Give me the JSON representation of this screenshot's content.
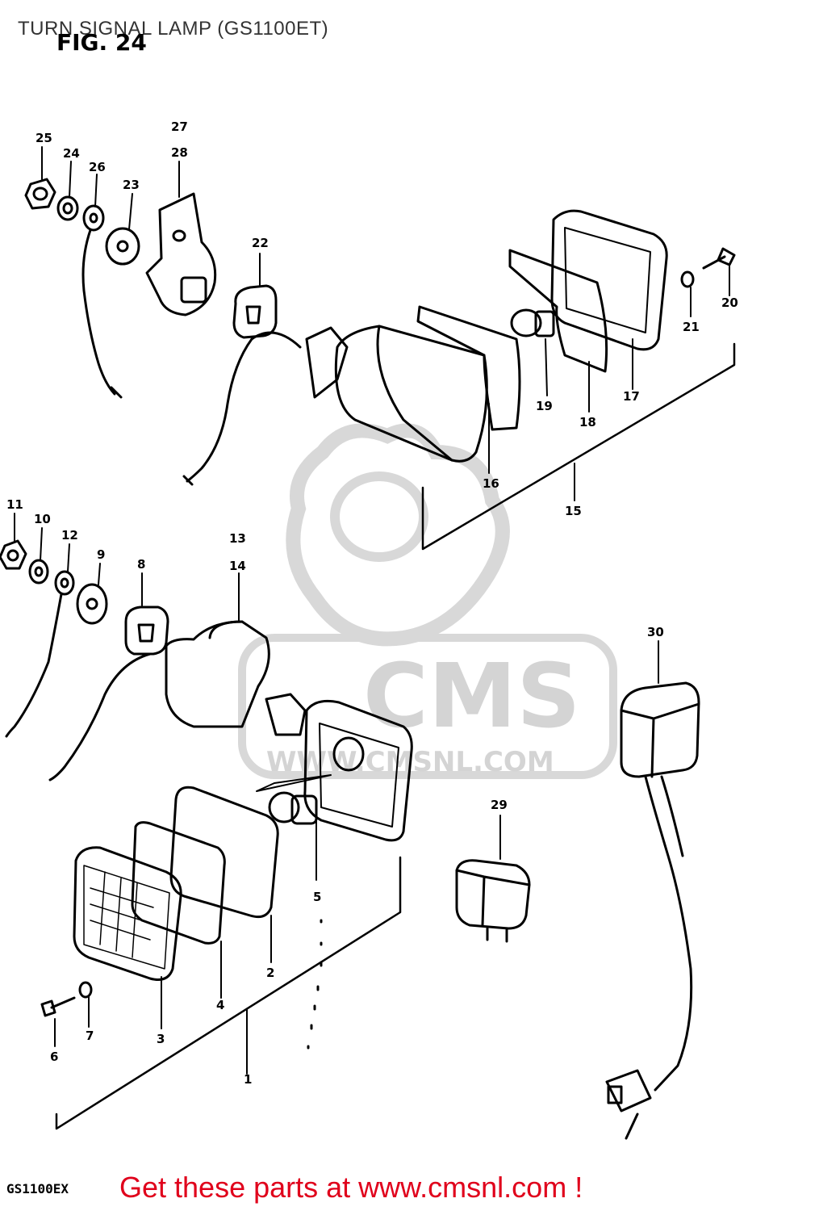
{
  "page": {
    "title": "TURN SIGNAL LAMP (GS1100ET)",
    "fig_label": "FIG. 24",
    "model_label": "GS1100EX",
    "promo_text": "Get these parts at www.cmsnl.com !"
  },
  "watermark": {
    "brand": "CMS",
    "url": "WWW.CMSNL.COM"
  },
  "colors": {
    "line": "#000000",
    "promo": "#e0001b",
    "watermark": "#cfcfcf"
  },
  "callouts": [
    {
      "id": "c1",
      "text": "1"
    },
    {
      "id": "c2",
      "text": "2"
    },
    {
      "id": "c3",
      "text": "3"
    },
    {
      "id": "c4",
      "text": "4"
    },
    {
      "id": "c5",
      "text": "5"
    },
    {
      "id": "c6",
      "text": "6"
    },
    {
      "id": "c7",
      "text": "7"
    },
    {
      "id": "c8",
      "text": "8"
    },
    {
      "id": "c9",
      "text": "9"
    },
    {
      "id": "c10",
      "text": "10"
    },
    {
      "id": "c11",
      "text": "11"
    },
    {
      "id": "c12",
      "text": "12"
    },
    {
      "id": "c13",
      "text": "13"
    },
    {
      "id": "c14",
      "text": "14"
    },
    {
      "id": "c15",
      "text": "15"
    },
    {
      "id": "c16",
      "text": "16"
    },
    {
      "id": "c17",
      "text": "17"
    },
    {
      "id": "c18",
      "text": "18"
    },
    {
      "id": "c19",
      "text": "19"
    },
    {
      "id": "c20",
      "text": "20"
    },
    {
      "id": "c21",
      "text": "21"
    },
    {
      "id": "c22",
      "text": "22"
    },
    {
      "id": "c23",
      "text": "23"
    },
    {
      "id": "c24",
      "text": "24"
    },
    {
      "id": "c25",
      "text": "25"
    },
    {
      "id": "c26",
      "text": "26"
    },
    {
      "id": "c27",
      "text": "27"
    },
    {
      "id": "c28",
      "text": "28"
    },
    {
      "id": "c29",
      "text": "29"
    },
    {
      "id": "c30",
      "text": "30"
    }
  ]
}
